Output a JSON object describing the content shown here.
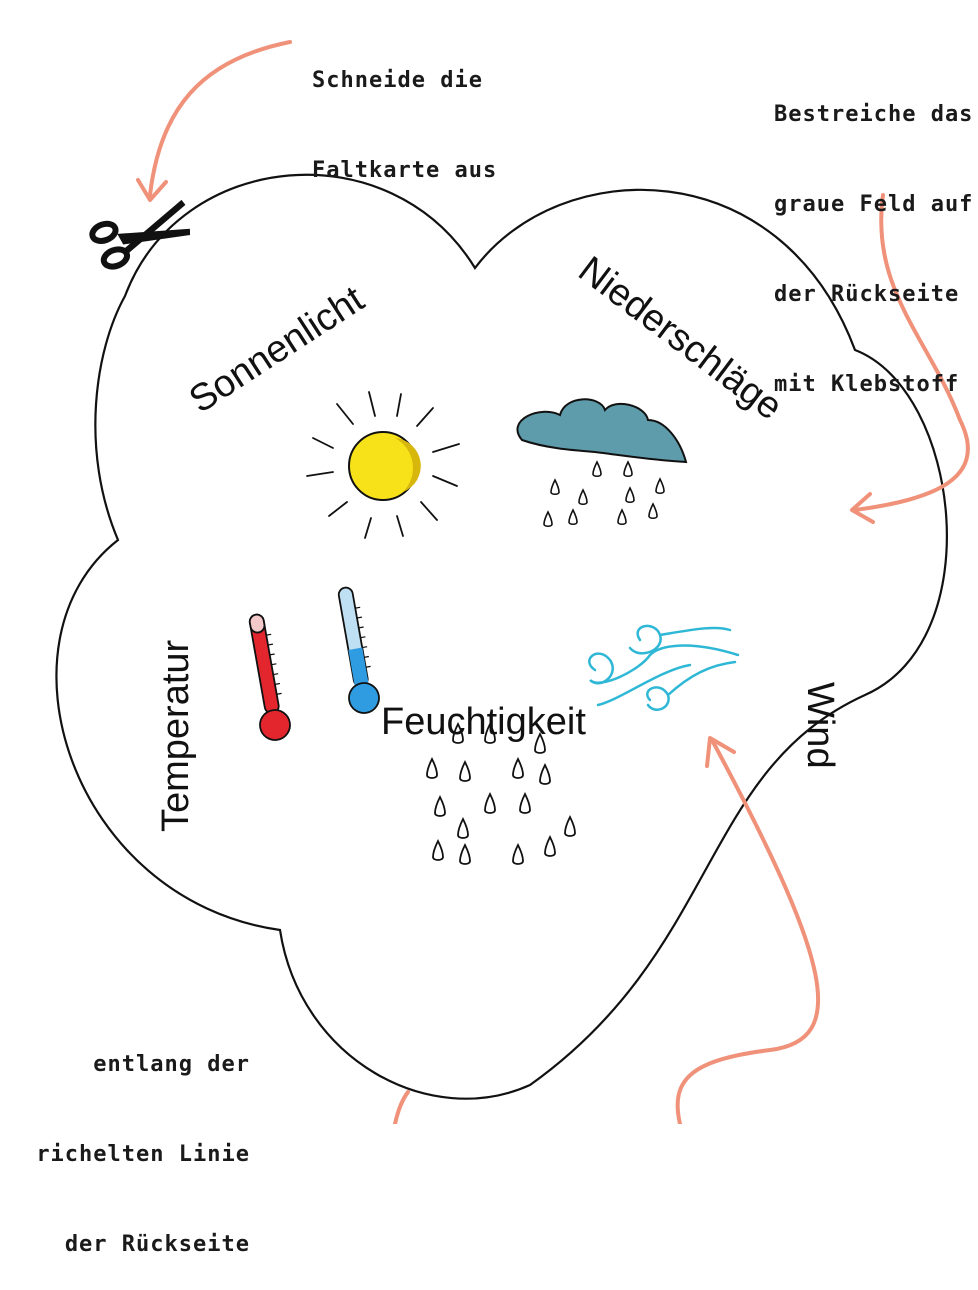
{
  "instructions": {
    "cut": [
      "Schneide die",
      "Faltkarte aus"
    ],
    "glue": [
      "Bestreiche das",
      "graue Feld auf",
      "der Rückseite",
      "mit Klebstoff"
    ],
    "fold": [
      "entlang der",
      "richelten Linie",
      "der Rückseite"
    ]
  },
  "labels": {
    "sun": "Sonnenlicht",
    "precip": "Niederschläge",
    "temp": "Temperatur",
    "wind": "Wind",
    "humid": "Feuchtigkeit"
  },
  "icons": [
    "scissors-icon",
    "sun-icon",
    "rain-cloud-icon",
    "thermometer-hot-icon",
    "thermometer-cold-icon",
    "wind-icon",
    "raindrops-icon"
  ],
  "colors": {
    "arrow": "#f0917a",
    "sun": "#f7e21a",
    "cloud": "#5f9cab",
    "thermo_hot": "#e3262e",
    "thermo_cold": "#2f9be0",
    "wind": "#2fb7d6"
  }
}
